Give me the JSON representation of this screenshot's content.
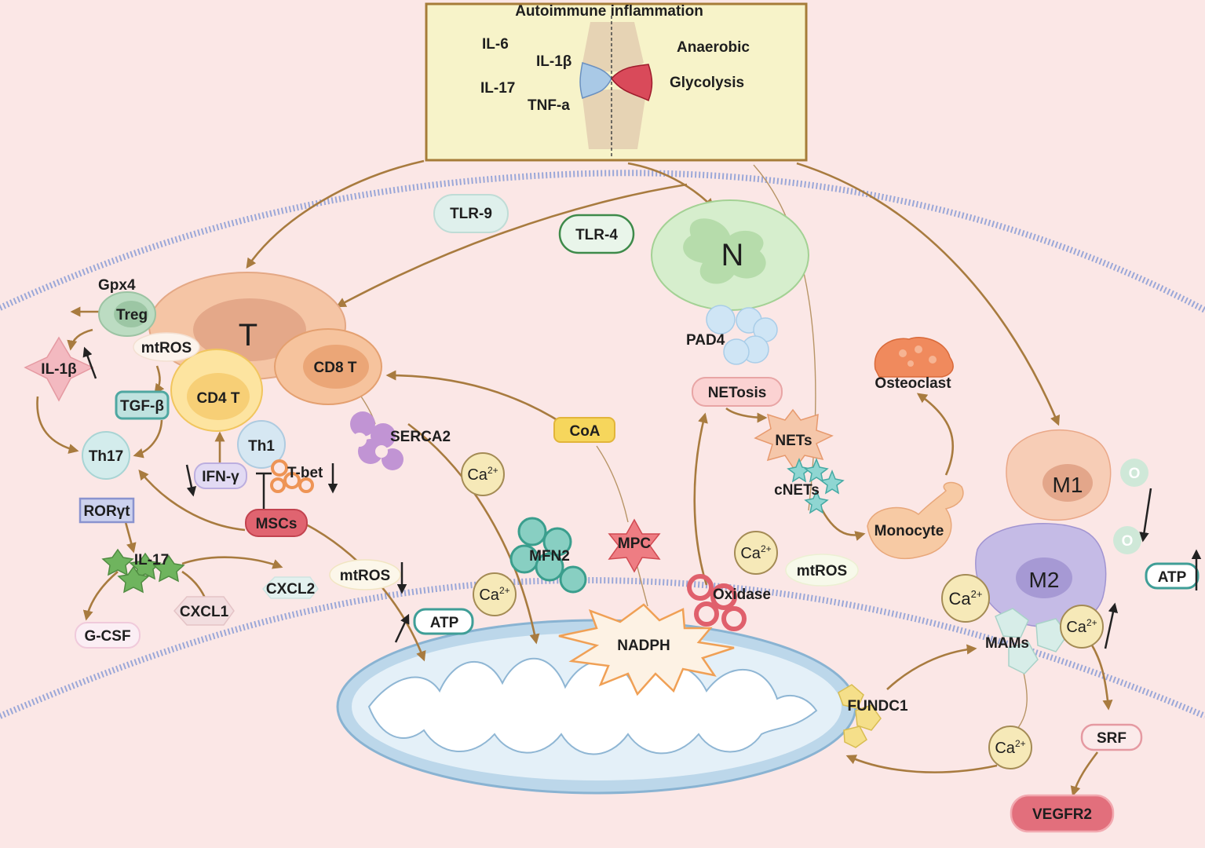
{
  "header": {
    "title": "Autoimmune inflammation",
    "cytokines": [
      "IL-6",
      "IL-1β",
      "IL-17",
      "TNF-a"
    ],
    "metabolism": [
      "Anaerobic",
      "Glycolysis"
    ]
  },
  "cells": {
    "t_cell": "T",
    "cd4": "CD4 T",
    "cd8": "CD8 T",
    "th1": "Th1",
    "th17": "Th17",
    "treg": "Treg",
    "mscs": "MSCs",
    "neutrophil": "N",
    "m1": "M1",
    "m2": "M2",
    "osteoclast": "Osteoclast",
    "monocyte": "Monocyte"
  },
  "receptors": {
    "tlr9": "TLR-9",
    "tlr4": "TLR-4"
  },
  "molecules": {
    "gpx4": "Gpx4",
    "il1b": "IL-1β",
    "mtros_1": "mtROS",
    "tgfb": "TGF-β",
    "ifng": "IFN-γ",
    "tbet": "T-bet",
    "roryt": "RORγt",
    "il17": "IL-17",
    "cxcl2": "CXCL2",
    "cxcl1": "CXCL1",
    "gcsf": "G-CSF",
    "mtros_2": "mtROS",
    "atp_1": "ATP",
    "serca2": "SERCA2",
    "coa": "CoA",
    "mfn2": "MFN2",
    "mpc": "MPC",
    "nadph": "NADPH",
    "oxidase": "Oxidase",
    "pad4": "PAD4",
    "netosis": "NETosis",
    "nets": "NETs",
    "cnets": "cNETs",
    "mtros_3": "mtROS",
    "mams": "MAMs",
    "fundc1": "FUNDC1",
    "srf": "SRF",
    "vegfr2": "VEGFR2",
    "atp_2": "ATP",
    "o_1": "O",
    "o_2": "O"
  },
  "calcium": {
    "base": "Ca",
    "charge": "2+"
  },
  "colors": {
    "background": "#fbe7e6",
    "arrow": "#a87b3f",
    "header_box": "#f7f3c9",
    "membrane": "#9aa7d8"
  }
}
